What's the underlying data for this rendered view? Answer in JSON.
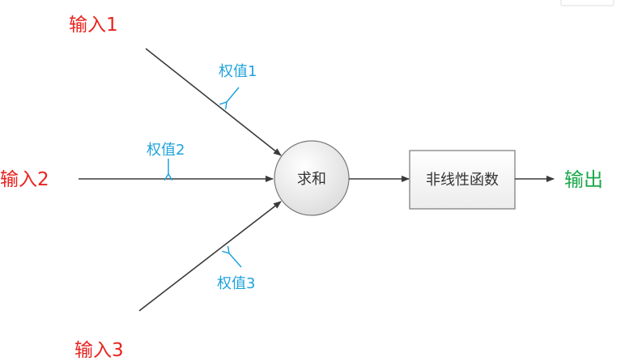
{
  "inputs": [
    "输入1",
    "输入2",
    "输入3"
  ],
  "weights": [
    "权值1",
    "权值2",
    "权值3"
  ],
  "sum_node": "求和",
  "activation_node": "非线性函数",
  "output": "输出",
  "colors": {
    "input": "#e8231f",
    "weight": "#1fa3dc",
    "output": "#1aa84a"
  }
}
